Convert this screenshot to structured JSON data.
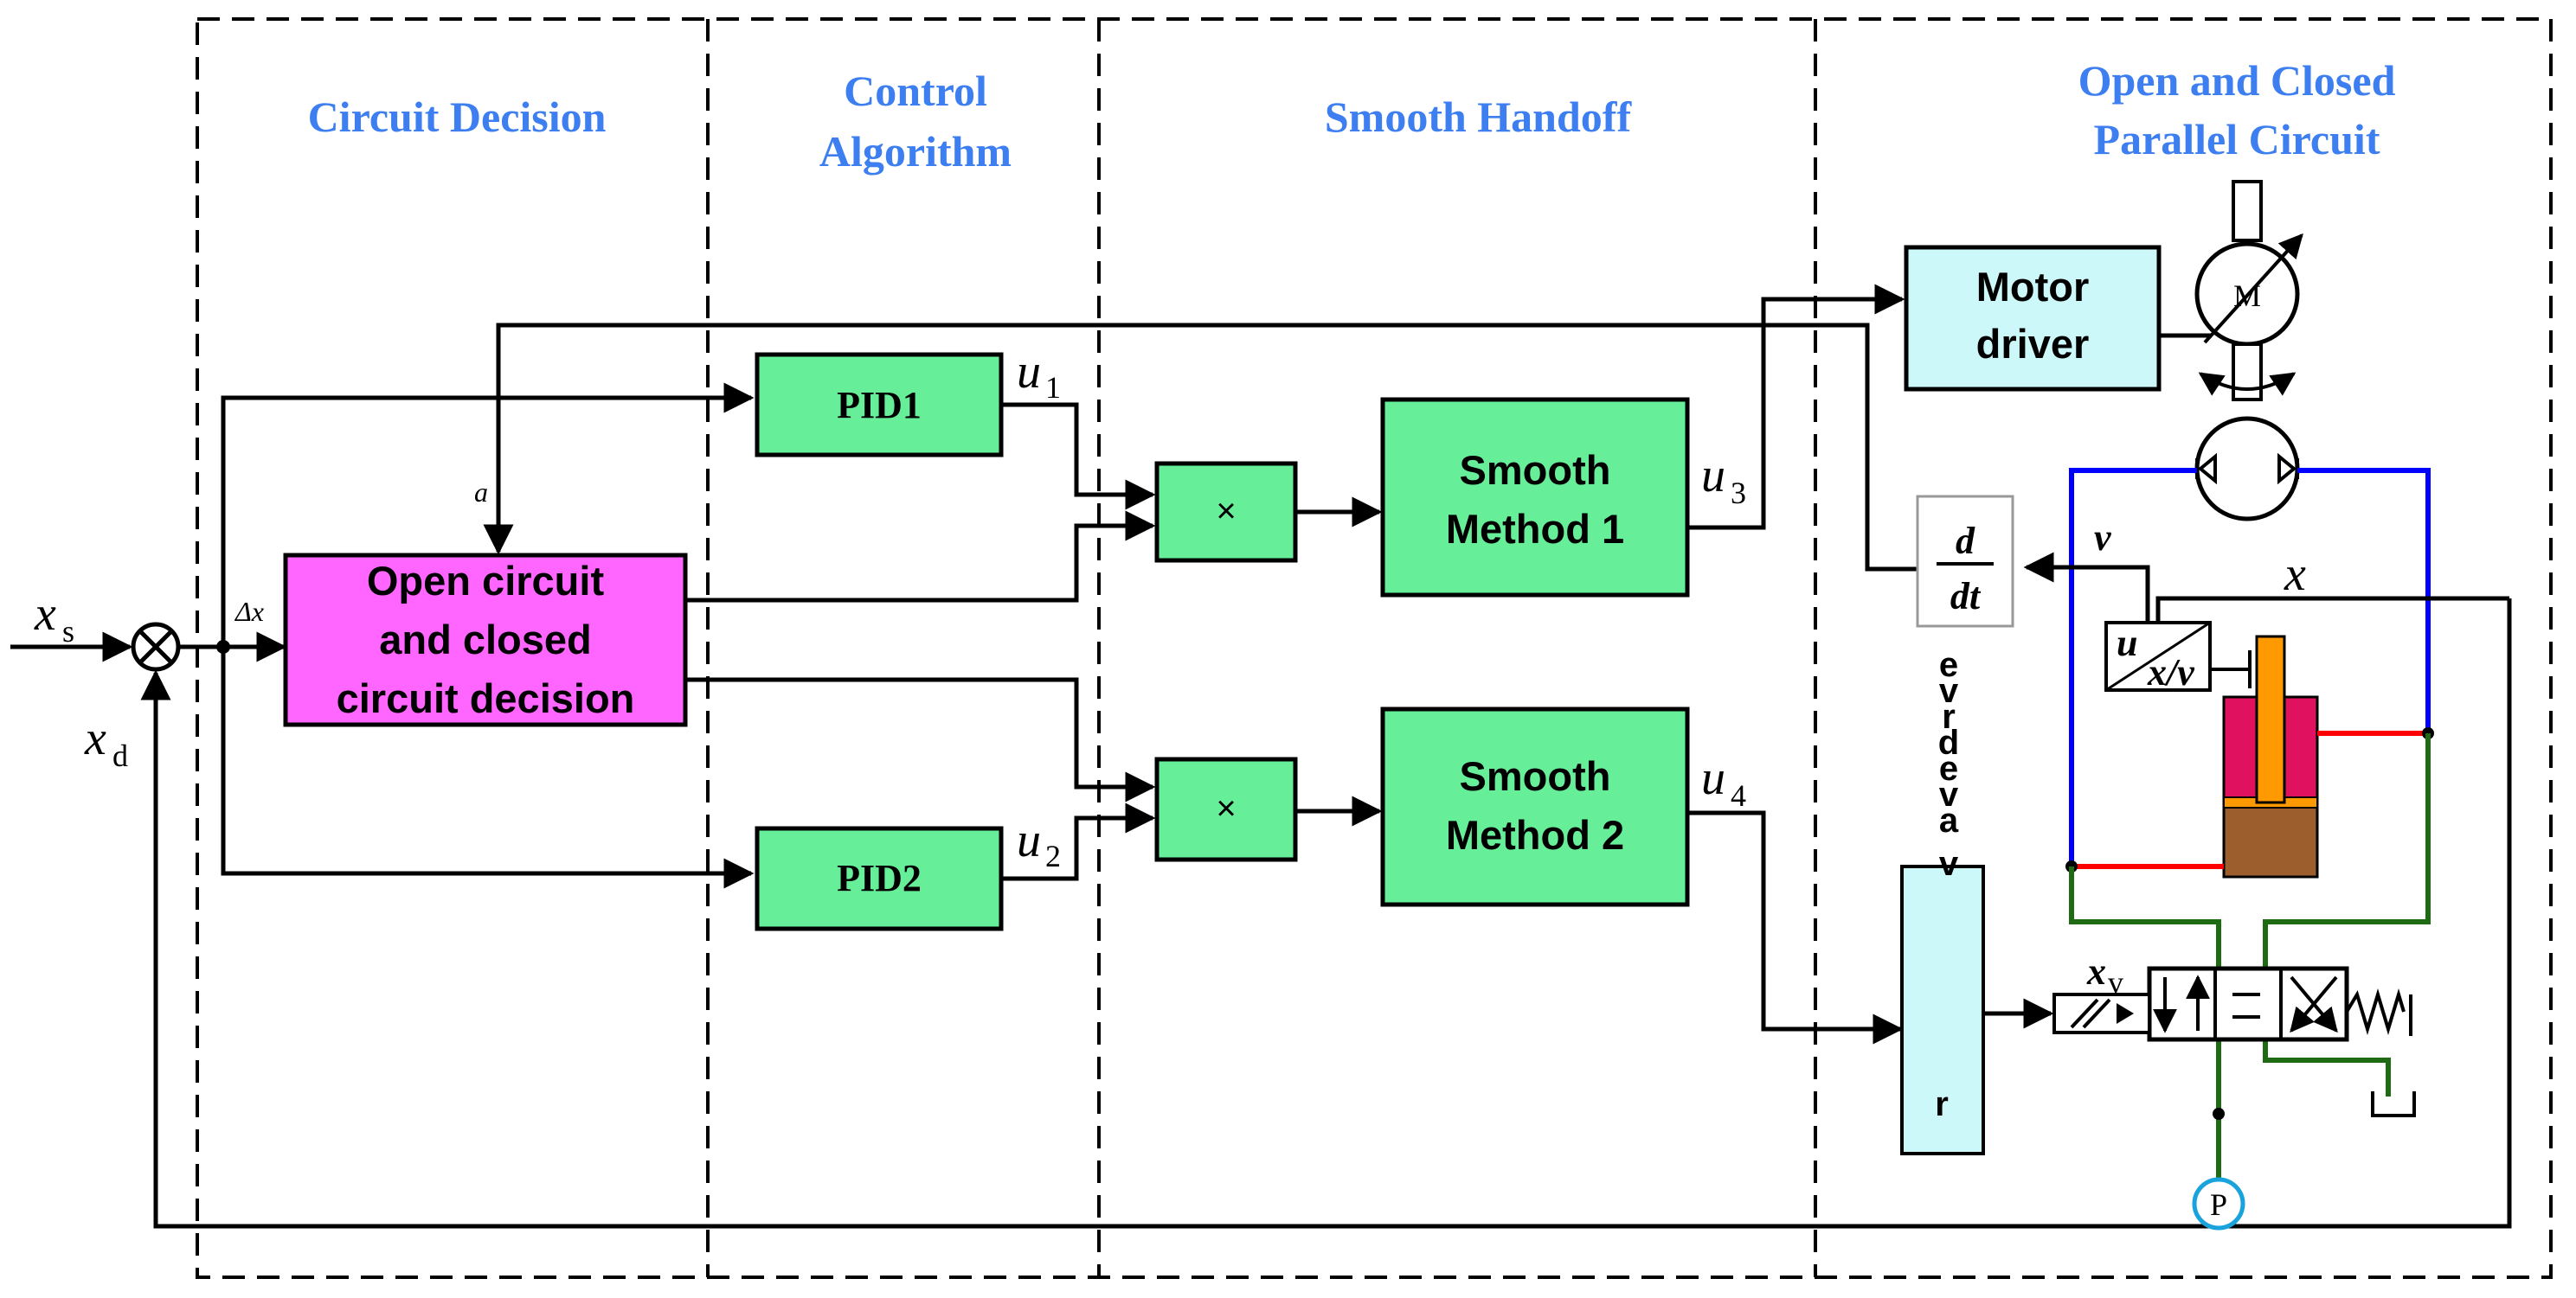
{
  "sections": {
    "circuit_decision": "Circuit Decision",
    "control_algorithm": [
      "Control",
      "Algorithm"
    ],
    "smooth_handoff": "Smooth Handoff",
    "parallel_circuit": [
      "Open and Closed",
      "Parallel Circuit"
    ]
  },
  "blocks": {
    "decision": [
      "Open circuit",
      "and closed",
      "circuit decision"
    ],
    "pid1": "PID1",
    "pid2": "PID2",
    "multiplier": "×",
    "smooth1": [
      "Smooth",
      "Method 1"
    ],
    "smooth2": [
      "Smooth",
      "Method 2"
    ],
    "motor_driver": [
      "Motor",
      "driver"
    ],
    "derivative": [
      "d",
      "dt"
    ],
    "driver_column": [
      "e",
      "v",
      "r",
      "d",
      "e",
      "v",
      "a",
      "v"
    ],
    "driver_bottom": "r",
    "sensor_u": "u",
    "sensor_xv": "x/v",
    "motor": "M",
    "pump": "P"
  },
  "signals": {
    "xs": {
      "base": "x",
      "sub": "s"
    },
    "xd": {
      "base": "x",
      "sub": "d"
    },
    "delta_x": "Δx",
    "a": "a",
    "u1": {
      "base": "u",
      "sub": "1"
    },
    "u2": {
      "base": "u",
      "sub": "2"
    },
    "u3": {
      "base": "u",
      "sub": "3"
    },
    "u4": {
      "base": "u",
      "sub": "4"
    },
    "v": "v",
    "x": "x",
    "xv": {
      "base": "x",
      "sub": "v"
    }
  },
  "colors": {
    "section_title": "#3d7ef0",
    "decision_block": "#ff66ff",
    "control_block": "#66ee99",
    "driver_block": "#ccf8fa",
    "hydraulic_blue": "#0000ff",
    "hydraulic_red": "#ff0000",
    "hydraulic_green": "#1f6b13",
    "cylinder_body": "#e0115f",
    "piston_rod": "#ff9900",
    "cylinder_oil": "#9b5e2c"
  }
}
